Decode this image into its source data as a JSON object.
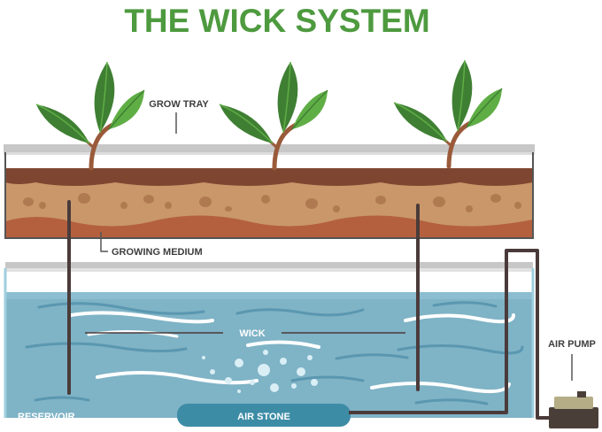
{
  "title": "THE WICK SYSTEM",
  "labels": {
    "grow_tray": "GROW TRAY",
    "growing_medium": "GROWING MEDIUM",
    "wick": "WICK",
    "air_pump": "AIR PUMP",
    "reservoir": "RESERVOIR",
    "air_stone": "AIR STONE"
  },
  "colors": {
    "title": "#4e9a3f",
    "label": "#3e3e3e",
    "water": "#7fb3c6",
    "water_wave": "#5a97b0",
    "soil_dark": "#7e4630",
    "soil_light": "#c9976a",
    "tray_rim": "#bfbfbf",
    "leaf_dark": "#3f7f33",
    "leaf_light": "#5fae45",
    "stem": "#9a5a3a",
    "tube": "#4a3b3a",
    "air_stone": "#3d8ca6"
  },
  "icons": {
    "plants": [
      "plant-icon",
      "plant-icon",
      "plant-icon"
    ],
    "pump": "air-pump-icon"
  }
}
